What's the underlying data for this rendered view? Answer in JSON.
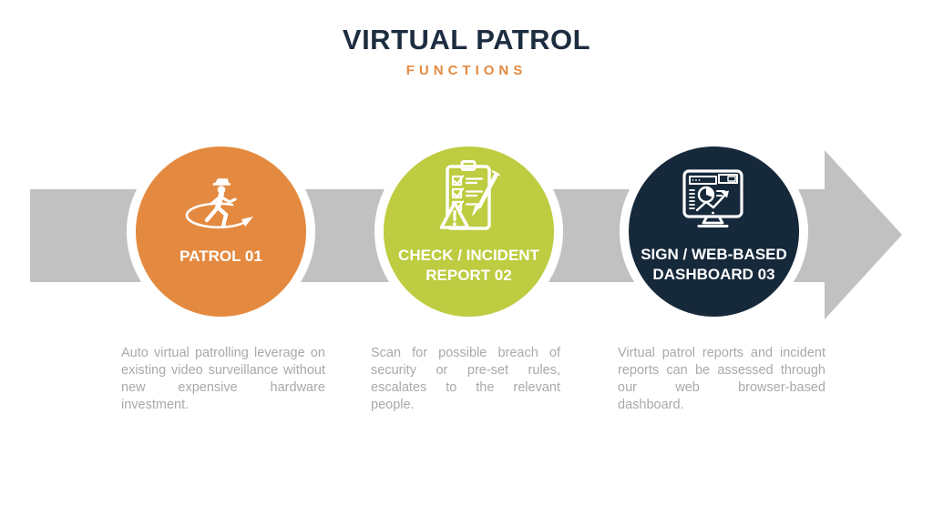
{
  "colors": {
    "title_navy": "#1D2D40",
    "orange": "#E48A40",
    "lime": "#BDCC40",
    "navy": "#16293B",
    "arrow_gray": "#C1C1C1",
    "body_text": "#A9A9A9",
    "icon_white": "#FFFFFF"
  },
  "header": {
    "title": "VIRTUAL PATROL",
    "subtitle": "FUNCTIONS"
  },
  "arrow": {
    "direction": "right"
  },
  "steps": [
    {
      "icon": "patrol-guard-icon",
      "label_lines": [
        "PATROL 01"
      ],
      "circle_color": "#E48A40",
      "description": "Auto virtual patrolling leverage on existing video surveillance without new expensive hardware investment."
    },
    {
      "icon": "incident-checklist-icon",
      "label_lines": [
        "CHECK / INCIDENT",
        "REPORT 02"
      ],
      "circle_color": "#BDCC40",
      "description": "Scan for possible breach of security or pre-set rules, escalates to the relevant people."
    },
    {
      "icon": "dashboard-monitor-icon",
      "label_lines": [
        "SIGN / WEB-BASED",
        "DASHBOARD 03"
      ],
      "circle_color": "#16293B",
      "description": "Virtual patrol reports and incident reports can be assessed through our web browser-based dashboard."
    }
  ]
}
